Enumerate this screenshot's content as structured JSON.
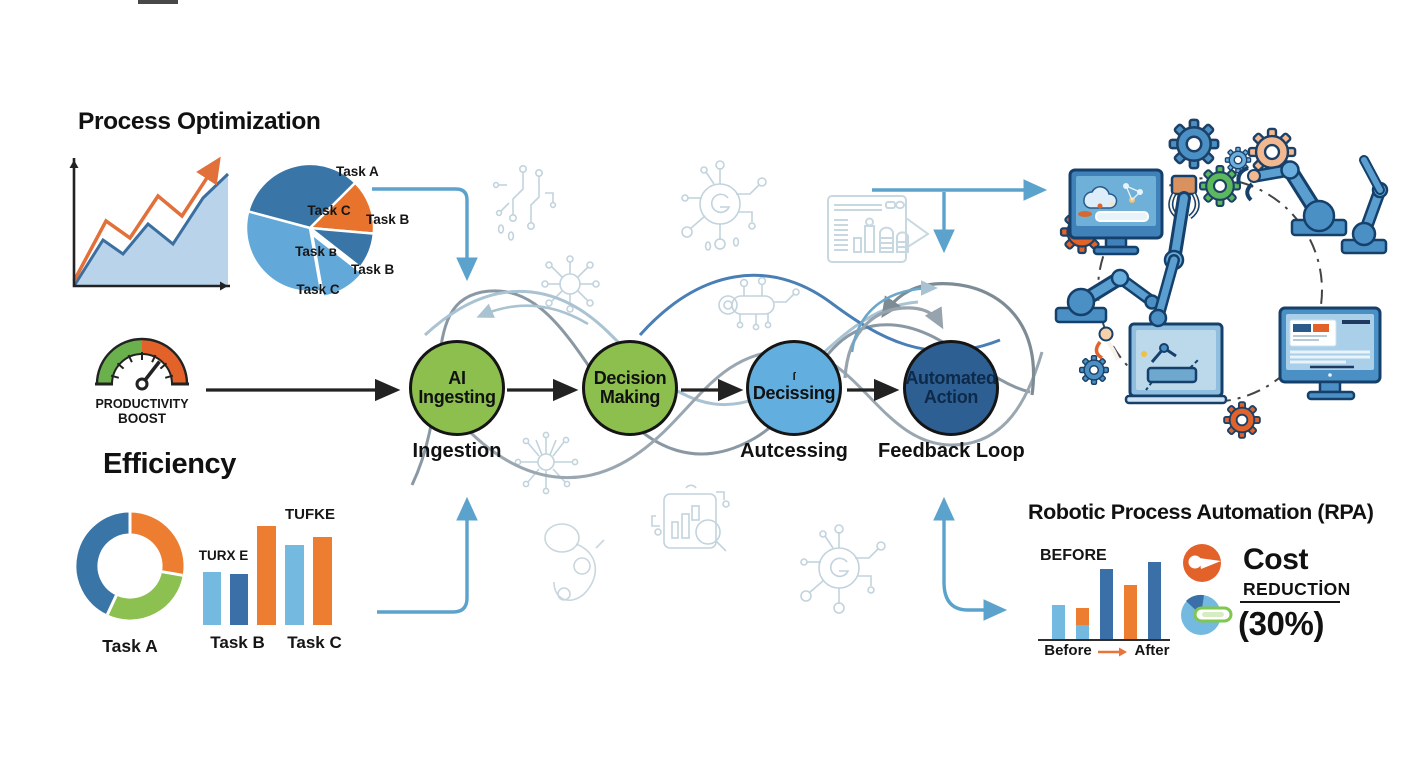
{
  "sections": {
    "po": {
      "title": "Process Optimization",
      "pie_callouts": [
        "Task A",
        "Task C",
        "Task B",
        "Task ʙ",
        "Task B",
        "Task C"
      ]
    },
    "gauge": {
      "line1": "PRODUCTIVITY",
      "line2": "BOOST"
    },
    "eff": {
      "title": "Efficiency"
    },
    "workflow": {
      "nodes": [
        {
          "line1": "AI",
          "line2": "Ingesting",
          "mark": "",
          "sub": "Ingestion",
          "fill": "#8cbf4e"
        },
        {
          "line1": "Decision",
          "line2": "Making",
          "mark": "",
          "sub": "",
          "fill": "#8cbf4e"
        },
        {
          "line1": "",
          "line2": "Decissing",
          "mark": "ſ",
          "sub": "Autcessing",
          "fill": "#62aede"
        },
        {
          "line1": "Automated",
          "line2": "Action",
          "mark": "",
          "sub": "Feedback Loop",
          "fill": "#2e5f93"
        }
      ]
    },
    "rpa": {
      "title": "Robotic Process Automation (RPA)",
      "cost_line1": "Cost",
      "cost_line2": "REDUCTİON",
      "cost_value": "(30%)"
    }
  },
  "palette": {
    "connector_blue": "#5ba3cc",
    "flow_black": "#222222",
    "doodle_blue": "#b9ccd6",
    "green_node": "#8cbf4e",
    "light_blue_node": "#62aede",
    "dark_blue_node": "#2e5f93"
  },
  "chart_data": [
    {
      "id": "growth-trend",
      "type": "area",
      "series": [
        0,
        45,
        30,
        60,
        40,
        85,
        112
      ],
      "trend": [
        5,
        65,
        48,
        90,
        70,
        126
      ],
      "colors": {
        "area": "#b9d4ea",
        "line": "#3a6f9f",
        "trend": "#e2703a"
      }
    },
    {
      "id": "task-share-pie",
      "type": "pie",
      "slices": [
        {
          "label": "Task A",
          "deg": 120,
          "color": "#3a75a8"
        },
        {
          "label": "Task C",
          "deg": 50,
          "color": "#e8732c"
        },
        {
          "label": "Task B",
          "deg": 33,
          "color": "#3a75a8"
        },
        {
          "label": "Task C",
          "deg": 42,
          "color": "#62a8d8",
          "exploded": true
        },
        {
          "label": "Task B",
          "deg": 115,
          "color": "#62a8d8"
        }
      ]
    },
    {
      "id": "efficiency-donut",
      "type": "donut",
      "label": "Task A",
      "segments": [
        {
          "deg": 100,
          "color": "#ed7d31"
        },
        {
          "deg": 105,
          "color": "#8cc152"
        },
        {
          "deg": 155,
          "color": "#3a75a8"
        }
      ]
    },
    {
      "id": "efficiency-bars",
      "type": "bar",
      "caption_top": "TUFKE",
      "caption_left": "TURX E",
      "x_labels": [
        "Task B",
        "Task C"
      ],
      "bars": [
        {
          "h": 53,
          "w": 18,
          "color": "#74b9e0"
        },
        {
          "h": 51,
          "w": 18,
          "color": "#3a6fa8"
        },
        {
          "h": 99,
          "w": 19,
          "color": "#ed7d31"
        },
        {
          "h": 80,
          "w": 19,
          "color": "#74b9e0"
        },
        {
          "h": 88,
          "w": 19,
          "color": "#ed7d31"
        }
      ]
    },
    {
      "id": "rpa-before-after",
      "type": "bar",
      "caption": "BEFORE",
      "legend": [
        "Before",
        "After"
      ],
      "bars": [
        {
          "h": 34,
          "w": 13,
          "color": "#74b9e0"
        },
        {
          "w": 13,
          "stack": [
            {
              "h": 17,
              "color": "#ed7d31"
            },
            {
              "h": 14,
              "color": "#74b9e0"
            }
          ]
        },
        {
          "h": 70,
          "w": 13,
          "color": "#3a6fa8"
        },
        {
          "h": 54,
          "w": 13,
          "color": "#ed7d31"
        },
        {
          "h": 77,
          "w": 13,
          "color": "#3a6fa8"
        }
      ]
    }
  ]
}
